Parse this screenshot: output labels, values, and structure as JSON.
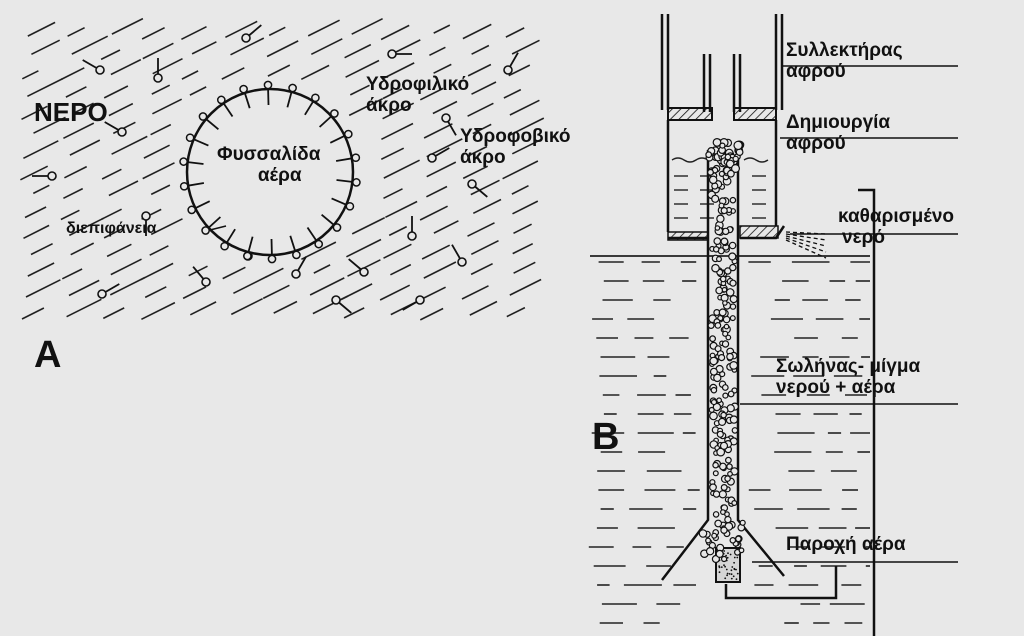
{
  "panel_a": {
    "label": "A",
    "water": "ΝΕΡΟ",
    "bubble": [
      "Φυσσαλίδα",
      "αέρα"
    ],
    "hydrophilic": [
      "Υδροφιλικό",
      "άκρο"
    ],
    "hydrophobic": [
      "Υδροφοβικό",
      "άκρο"
    ],
    "interface": "διεπιφάνεια"
  },
  "panel_b": {
    "label": "B",
    "collector": [
      "Συλλεκτήρας",
      "αφρού"
    ],
    "foam": [
      "Δημιουργία",
      "αφρού"
    ],
    "clean_water": [
      "καθαρισμένο",
      "νερό"
    ],
    "tube": [
      "Σωλήνας- μίγμα",
      "νερού + αέρα"
    ],
    "air_supply": "Παροχή αέρα"
  }
}
